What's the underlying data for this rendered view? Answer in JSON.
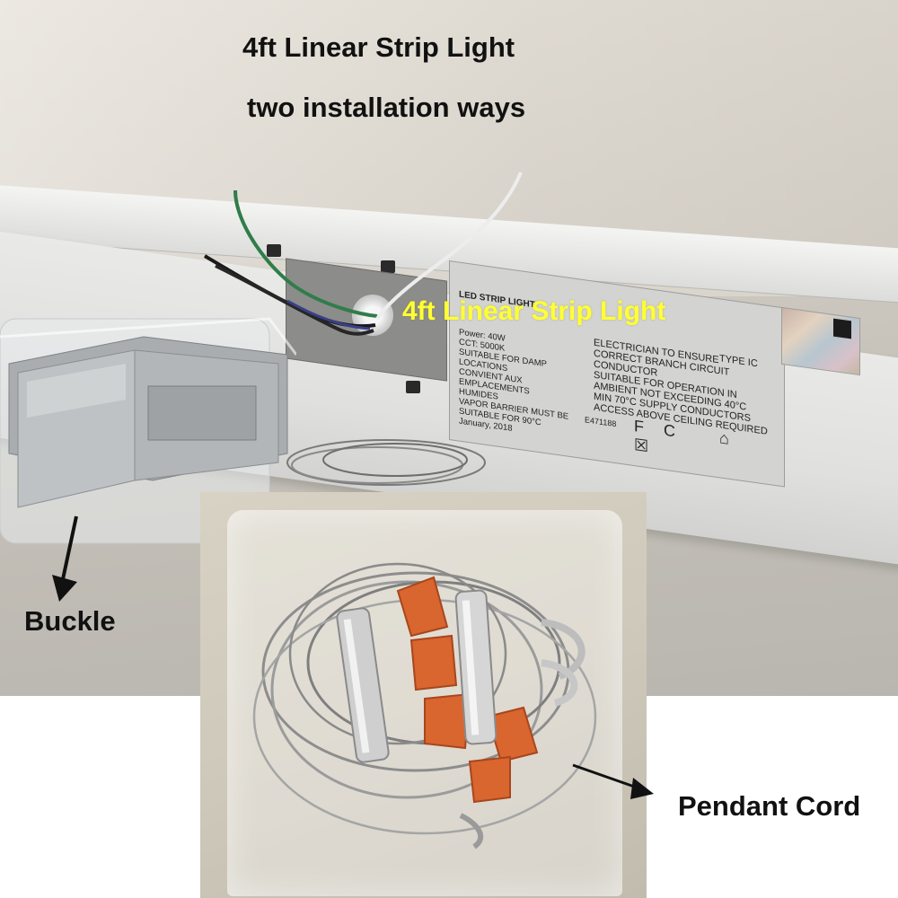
{
  "image": {
    "title_line_1": "4ft Linear Strip Light",
    "title_line_2": "two installation ways",
    "overlay_text": "4ft Linear Strip Light",
    "callouts": {
      "buckle": "Buckle",
      "pendant_cord": "Pendant Cord"
    }
  },
  "spec_label": {
    "title": "LED STRIP LIGHT",
    "left_lines": [
      "Power: 40W",
      "CCT: 5000K",
      "SUITABLE FOR DAMP LOCATIONS",
      "CONVIENT AUX EMPLACEMENTS",
      "HUMIDES",
      "VAPOR BARRIER MUST BE",
      "SUITABLE FOR 90°C",
      "January, 2018"
    ],
    "right_lines": [
      "ELECTRICIAN TO ENSURE",
      "CORRECT BRANCH CIRCUIT",
      "CONDUCTOR",
      "SUITABLE FOR OPERATION IN",
      "AMBIENT NOT EXCEEDING 40°C",
      "MIN 70°C SUPPLY CONDUCTORS",
      "ACCESS ABOVE CEILING REQUIRED"
    ],
    "type": "TYPE IC",
    "code": "E471188",
    "symbols": "FC ⌂ ☒"
  },
  "colors": {
    "overlay_text": "#ffff33",
    "text": "#111111",
    "wire_green": "#2f7d4a",
    "wire_white": "#e8e8e8",
    "wire_black": "#1a1a1a",
    "wire_nut_orange": "#d9652f"
  }
}
